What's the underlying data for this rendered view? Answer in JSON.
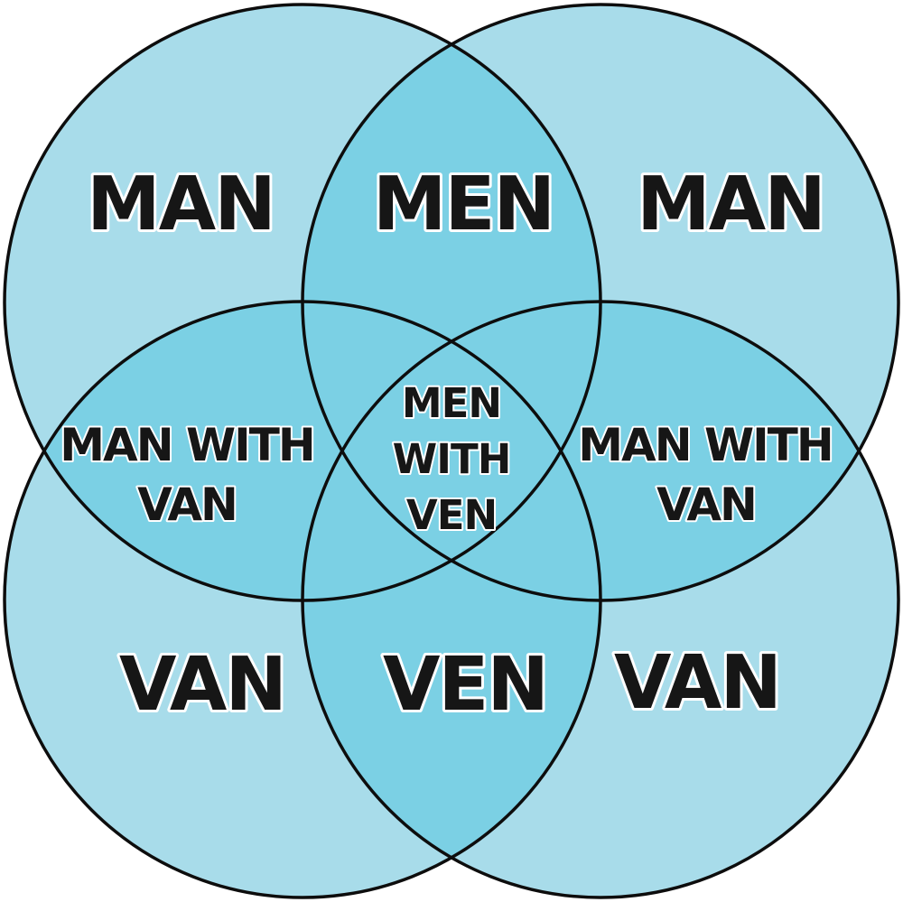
{
  "page": {
    "background": "#ffffff",
    "description": "Four-circle Venn diagram pun sticker: man with van / men with ven"
  },
  "colors": {
    "circle_fill": "#a8dcea",
    "overlap_fill": "#7bd0e4",
    "outline": "#0d0d0d",
    "text": "#161616",
    "text_halo": "#ffffff"
  },
  "diagram": {
    "type": "venn-4-circle"
  },
  "labels": {
    "top_left": "MAN",
    "top_center": "MEN",
    "top_right": "MAN",
    "middle_left": {
      "line1": "MAN WITH",
      "line2": "VAN"
    },
    "center": {
      "line1": "MEN",
      "line2": "WITH",
      "line3": "VEN"
    },
    "middle_right": {
      "line1": "MAN WITH",
      "line2": "VAN"
    },
    "bottom_left": "VAN",
    "bottom_center": "VEN",
    "bottom_right": "VAN"
  }
}
